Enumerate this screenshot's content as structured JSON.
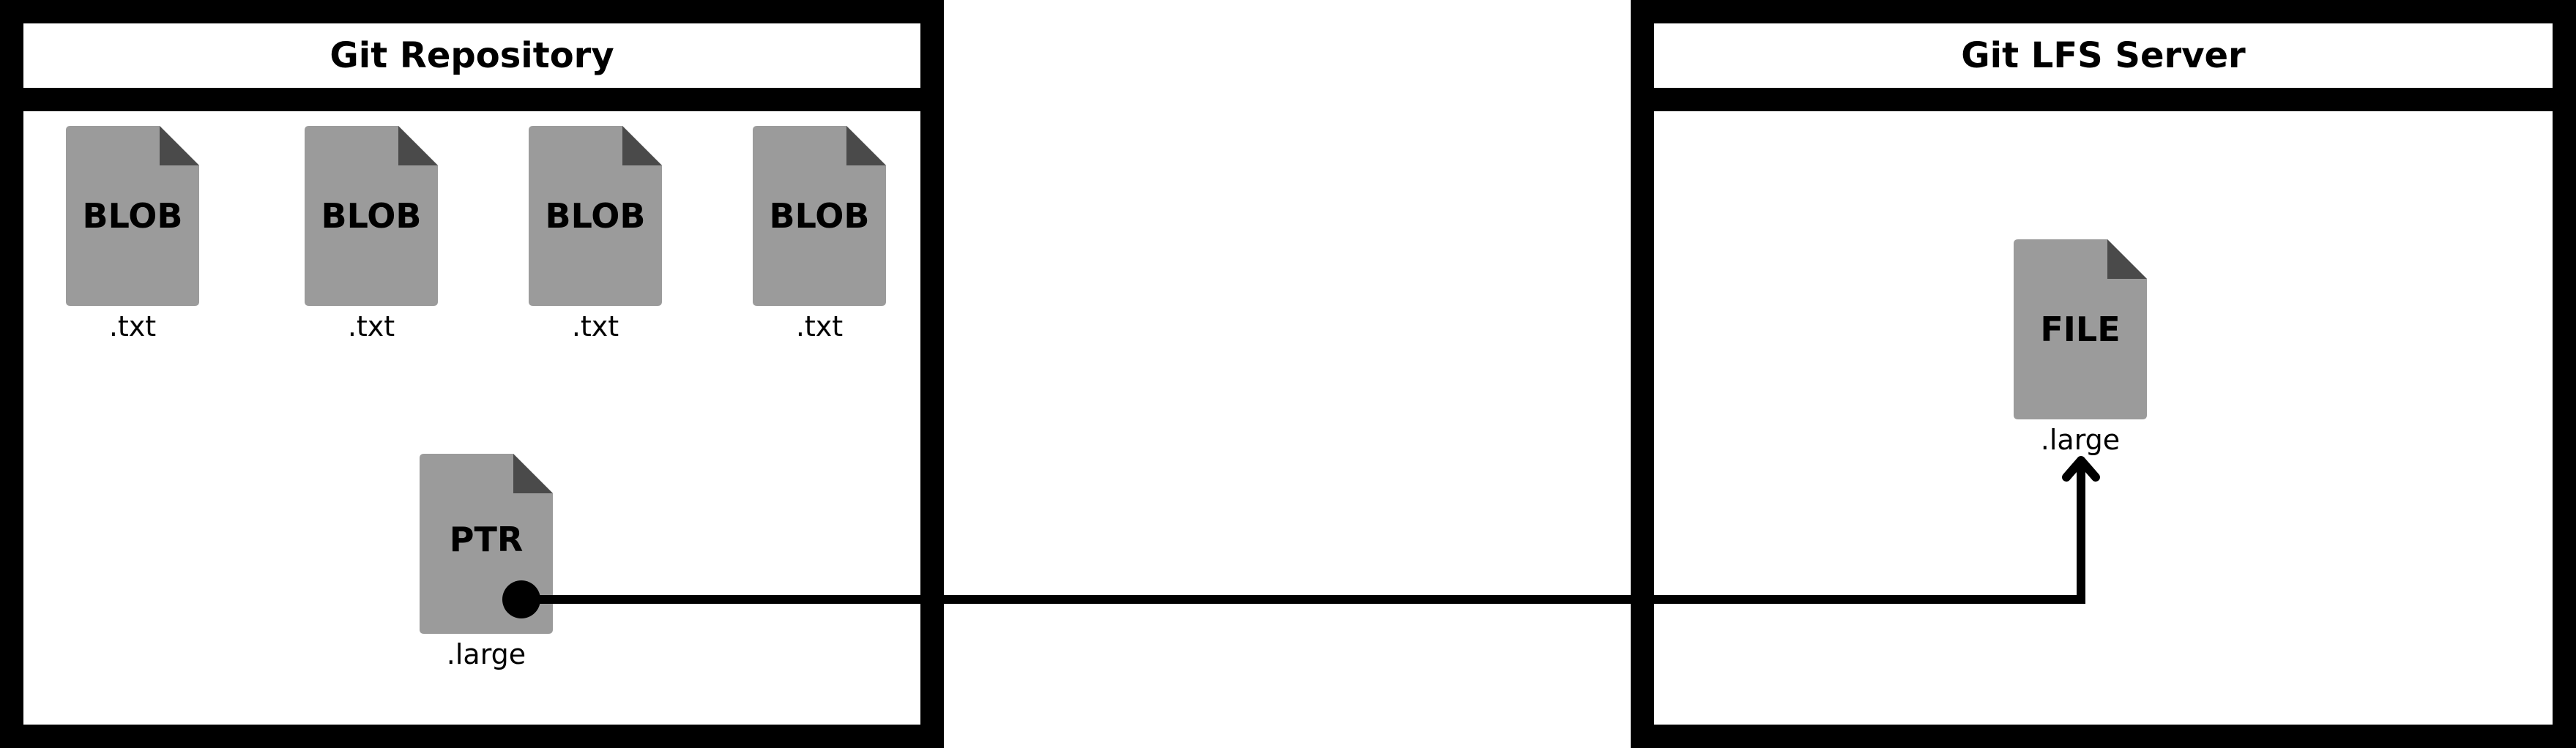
{
  "colors": {
    "border": "#000000",
    "background": "#ffffff",
    "file_fill": "#9b9b9b",
    "file_fold": "#4a4a4a"
  },
  "git_repository": {
    "title": "Git Repository",
    "blobs": [
      {
        "label": "BLOB",
        "ext": ".txt"
      },
      {
        "label": "BLOB",
        "ext": ".txt"
      },
      {
        "label": "BLOB",
        "ext": ".txt"
      },
      {
        "label": "BLOB",
        "ext": ".txt"
      }
    ],
    "pointer": {
      "label": "PTR",
      "ext": ".large"
    }
  },
  "lfs_server": {
    "title": "Git LFS Server",
    "file": {
      "label": "FILE",
      "ext": ".large"
    }
  },
  "icons": {
    "file": "document-icon",
    "connector": "arrow-up-icon"
  }
}
